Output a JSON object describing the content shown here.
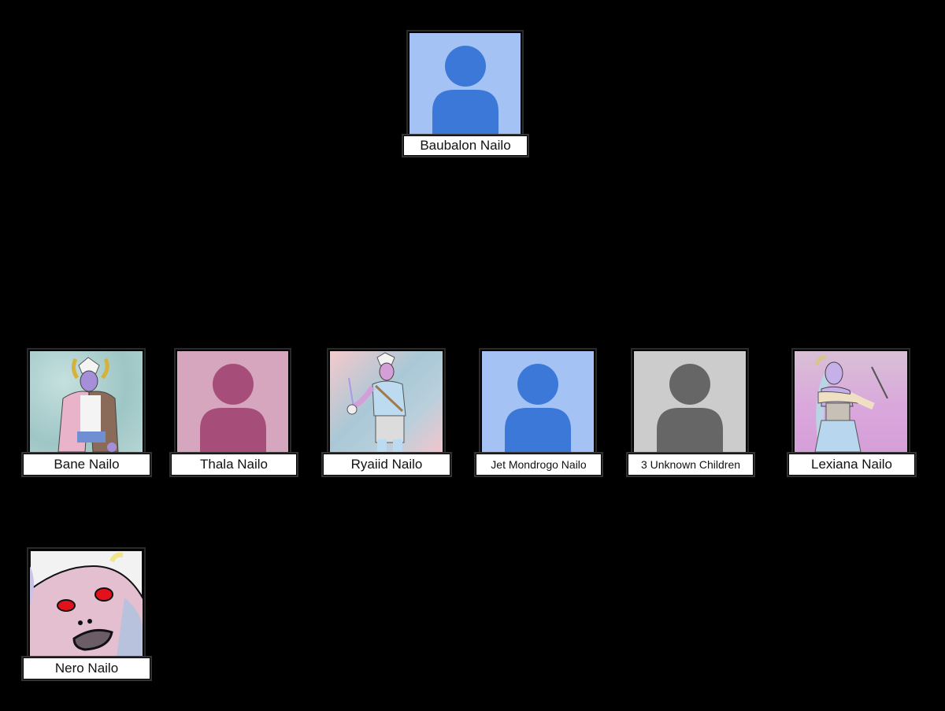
{
  "diagram": {
    "type": "family-tree",
    "root": {
      "name": "Baubalon Nailo",
      "portrait": "default-avatar",
      "colors": {
        "bg": "#a4c2f4",
        "fg": "#3c78d8"
      }
    },
    "children": [
      {
        "name": "Bane Nailo",
        "portrait": "illustration-horned-man-pink-coat",
        "colors": {
          "bg": "#a9cfcf",
          "fg": "#d9a9c9"
        }
      },
      {
        "name": "Thala Nailo",
        "portrait": "default-avatar",
        "colors": {
          "bg": "#d5a6bd",
          "fg": "#a64d79"
        }
      },
      {
        "name": "Ryaiid Nailo",
        "portrait": "illustration-man-with-staff",
        "colors": {
          "bg": "#b7cfe0",
          "fg": "#f0c4cc"
        }
      },
      {
        "name": "Jet Mondrogo Nailo",
        "portrait": "default-avatar",
        "colors": {
          "bg": "#a4c2f4",
          "fg": "#3c78d8"
        }
      },
      {
        "name": "3 Unknown Children",
        "portrait": "default-avatar",
        "colors": {
          "bg": "#cccccc",
          "fg": "#666666"
        }
      },
      {
        "name": "Lexiana Nailo",
        "portrait": "illustration-horned-woman-with-sword",
        "colors": {
          "bg": "#d9a6dc",
          "fg": "#c6b8e6"
        }
      }
    ],
    "grandchildren": [
      {
        "name": "Nero Nailo",
        "parent": "Bane Nailo",
        "portrait": "illustration-closeup-red-eyes",
        "colors": {
          "bg": "#e3bfd0",
          "fg": "#c9c3e6"
        }
      }
    ]
  }
}
